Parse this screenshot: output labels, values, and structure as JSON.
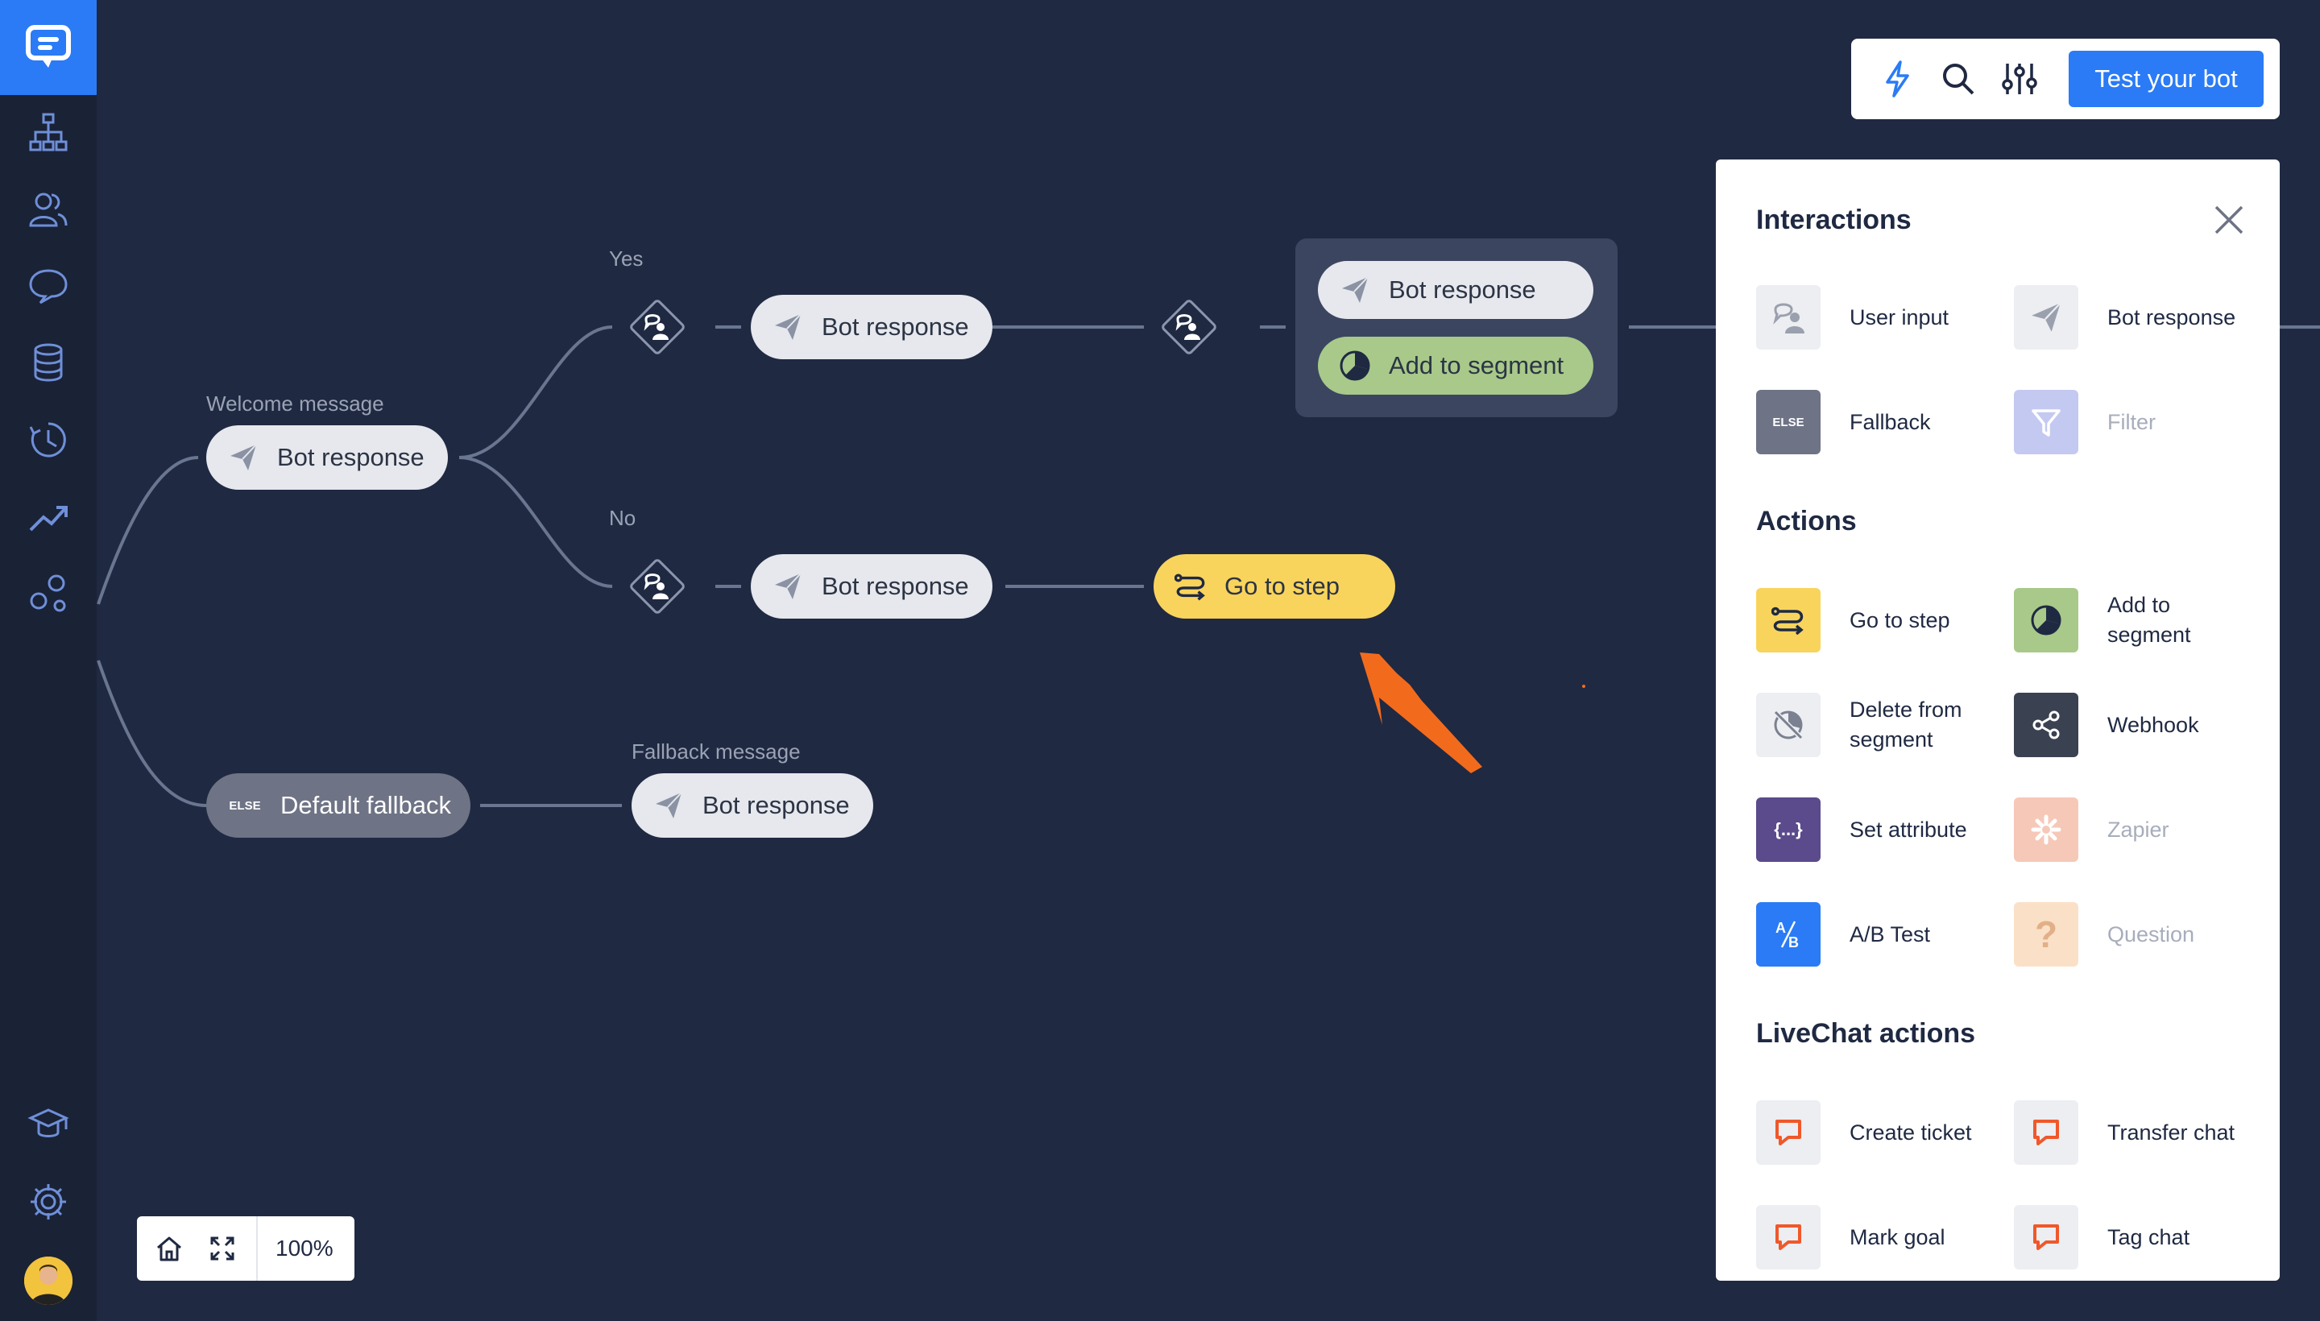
{
  "toolbar": {
    "test_label": "Test your bot"
  },
  "flow": {
    "welcome_label": "Welcome message",
    "yes_label": "Yes",
    "no_label": "No",
    "fallback_msg_label": "Fallback message",
    "bot_response": "Bot response",
    "add_to_segment": "Add to segment",
    "go_to_step": "Go to step",
    "default_fallback": "Default fallback",
    "else_badge": "ELSE"
  },
  "panel": {
    "interactions_title": "Interactions",
    "actions_title": "Actions",
    "livechat_title": "LiveChat actions",
    "interactions": [
      {
        "label": "User input",
        "icon": "user-input-icon"
      },
      {
        "label": "Bot response",
        "icon": "paper-plane-icon"
      },
      {
        "label": "Fallback",
        "icon": "else-icon",
        "badge": "ELSE"
      },
      {
        "label": "Filter",
        "icon": "filter-icon"
      }
    ],
    "actions": [
      {
        "label": "Go to step",
        "icon": "go-to-step-icon"
      },
      {
        "label": "Add to segment",
        "icon": "segment-icon"
      },
      {
        "label": "Delete from segment",
        "icon": "delete-segment-icon"
      },
      {
        "label": "Webhook",
        "icon": "webhook-icon"
      },
      {
        "label": "Set attribute",
        "icon": "attribute-icon",
        "badge": "{...}"
      },
      {
        "label": "Zapier",
        "icon": "zapier-icon"
      },
      {
        "label": "A/B Test",
        "icon": "ab-test-icon"
      },
      {
        "label": "Question",
        "icon": "question-icon",
        "badge": "?"
      }
    ],
    "livechat": [
      {
        "label": "Create ticket",
        "icon": "livechat-icon"
      },
      {
        "label": "Transfer chat",
        "icon": "livechat-icon"
      },
      {
        "label": "Mark goal",
        "icon": "livechat-icon"
      },
      {
        "label": "Tag chat",
        "icon": "livechat-icon"
      }
    ]
  },
  "zoom": {
    "level": "100%"
  },
  "colors": {
    "canvas": "#1f2942",
    "sidebar": "#1a2236",
    "accent": "#2a7bf5",
    "go_to_step": "#f9d45c",
    "segment": "#a8c98a",
    "annotation": "#f26b1d"
  }
}
